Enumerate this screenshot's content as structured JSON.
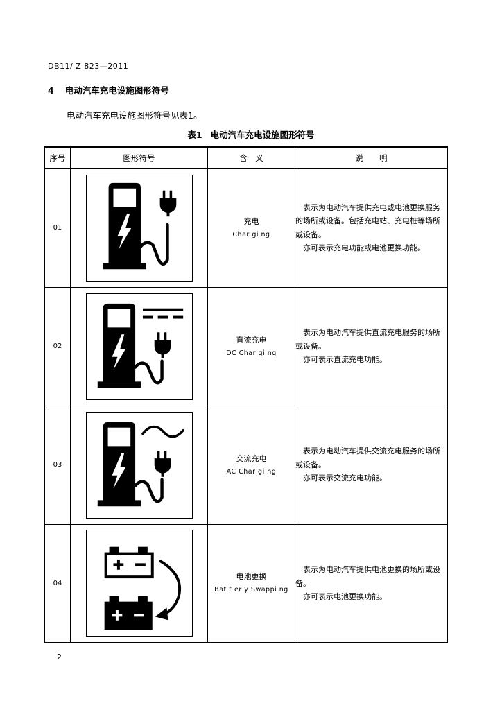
{
  "header": {
    "doc_code": "DB11/ Z 823—2011"
  },
  "section": {
    "number": "4",
    "title": "电动汽车充电设施图形符号"
  },
  "intro": "电动汽车充电设施图形符号见表1。",
  "table": {
    "caption_no": "表1",
    "caption_title": "电动汽车充电设施图形符号",
    "headers": {
      "no": "序号",
      "symbol": "图形符号",
      "meaning": "含　义",
      "desc": "说　　明"
    },
    "rows": [
      {
        "no": "01",
        "symbol_icon": "charging-station-icon",
        "meaning_cn": "充电",
        "meaning_en": "Char gi ng",
        "desc": [
          "表示为电动汽车提供充电或电池更换服务的场所或设备。包括充电站、充电桩等场所或设备。",
          "亦可表示充电功能或电池更换功能。"
        ]
      },
      {
        "no": "02",
        "symbol_icon": "dc-charging-icon",
        "meaning_cn": "直流充电",
        "meaning_en": "DC Char gi ng",
        "desc": [
          "表示为电动汽车提供直流充电服务的场所或设备。",
          "亦可表示直流充电功能。"
        ]
      },
      {
        "no": "03",
        "symbol_icon": "ac-charging-icon",
        "meaning_cn": "交流充电",
        "meaning_en": "AC Char gi ng",
        "desc": [
          "表示为电动汽车提供交流充电服务的场所或设备。",
          "亦可表示交流充电功能。"
        ]
      },
      {
        "no": "04",
        "symbol_icon": "battery-swap-icon",
        "meaning_cn": "电池更换",
        "meaning_en": "Bat t er y Swappi ng",
        "desc": [
          "表示为电动汽车提供电池更换的场所或设备。",
          "亦可表示电池更换功能。"
        ]
      }
    ]
  },
  "page_number": "2"
}
